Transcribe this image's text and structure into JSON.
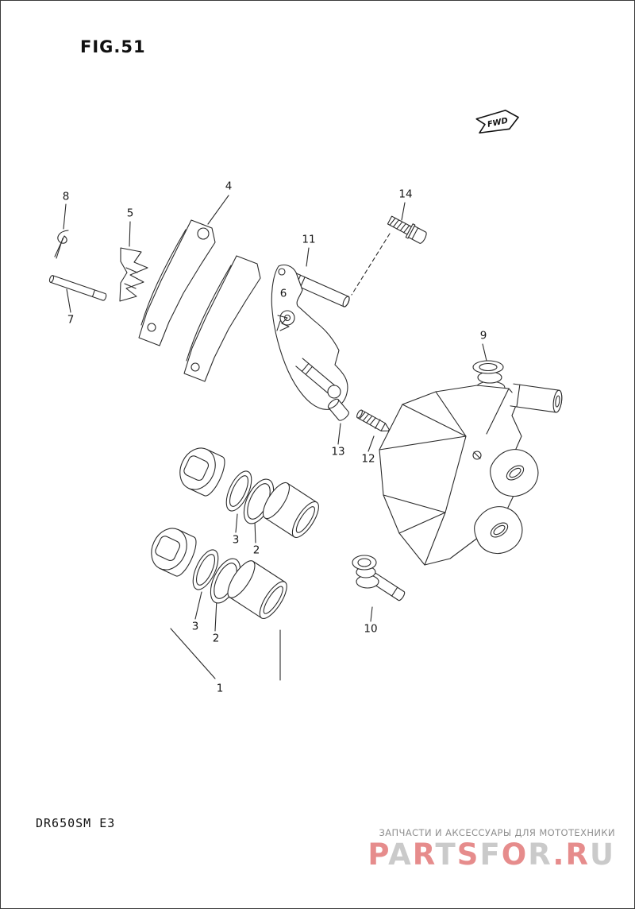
{
  "figure": {
    "title": "FIG.51"
  },
  "direction_flag": {
    "label": "FWD"
  },
  "footer": {
    "model_code": "DR650SM E3"
  },
  "watermark": {
    "tagline": "ЗАПЧАСТИ И АКСЕССУАРЫ ДЛЯ МОТОТЕХНИКИ",
    "logo_text": "PARTSFOR.RU",
    "logo_letters": [
      {
        "ch": "P",
        "color": "#e17070"
      },
      {
        "ch": "A",
        "color": "#bdbdbd"
      },
      {
        "ch": "R",
        "color": "#e17070"
      },
      {
        "ch": "T",
        "color": "#bdbdbd"
      },
      {
        "ch": "S",
        "color": "#e17070"
      },
      {
        "ch": "F",
        "color": "#bdbdbd"
      },
      {
        "ch": "O",
        "color": "#e17070"
      },
      {
        "ch": "R",
        "color": "#bdbdbd"
      },
      {
        "ch": ".",
        "color": "#e17070"
      },
      {
        "ch": "R",
        "color": "#e17070"
      },
      {
        "ch": "U",
        "color": "#bdbdbd"
      }
    ]
  },
  "callouts": [
    {
      "part": "8"
    },
    {
      "part": "5"
    },
    {
      "part": "4"
    },
    {
      "part": "14"
    },
    {
      "part": "11"
    },
    {
      "part": "7"
    },
    {
      "part": "6"
    },
    {
      "part": "9"
    },
    {
      "part": "13"
    },
    {
      "part": "12"
    },
    {
      "part": "3"
    },
    {
      "part": "2"
    },
    {
      "part": "3"
    },
    {
      "part": "2"
    },
    {
      "part": "10"
    },
    {
      "part": "1"
    }
  ]
}
